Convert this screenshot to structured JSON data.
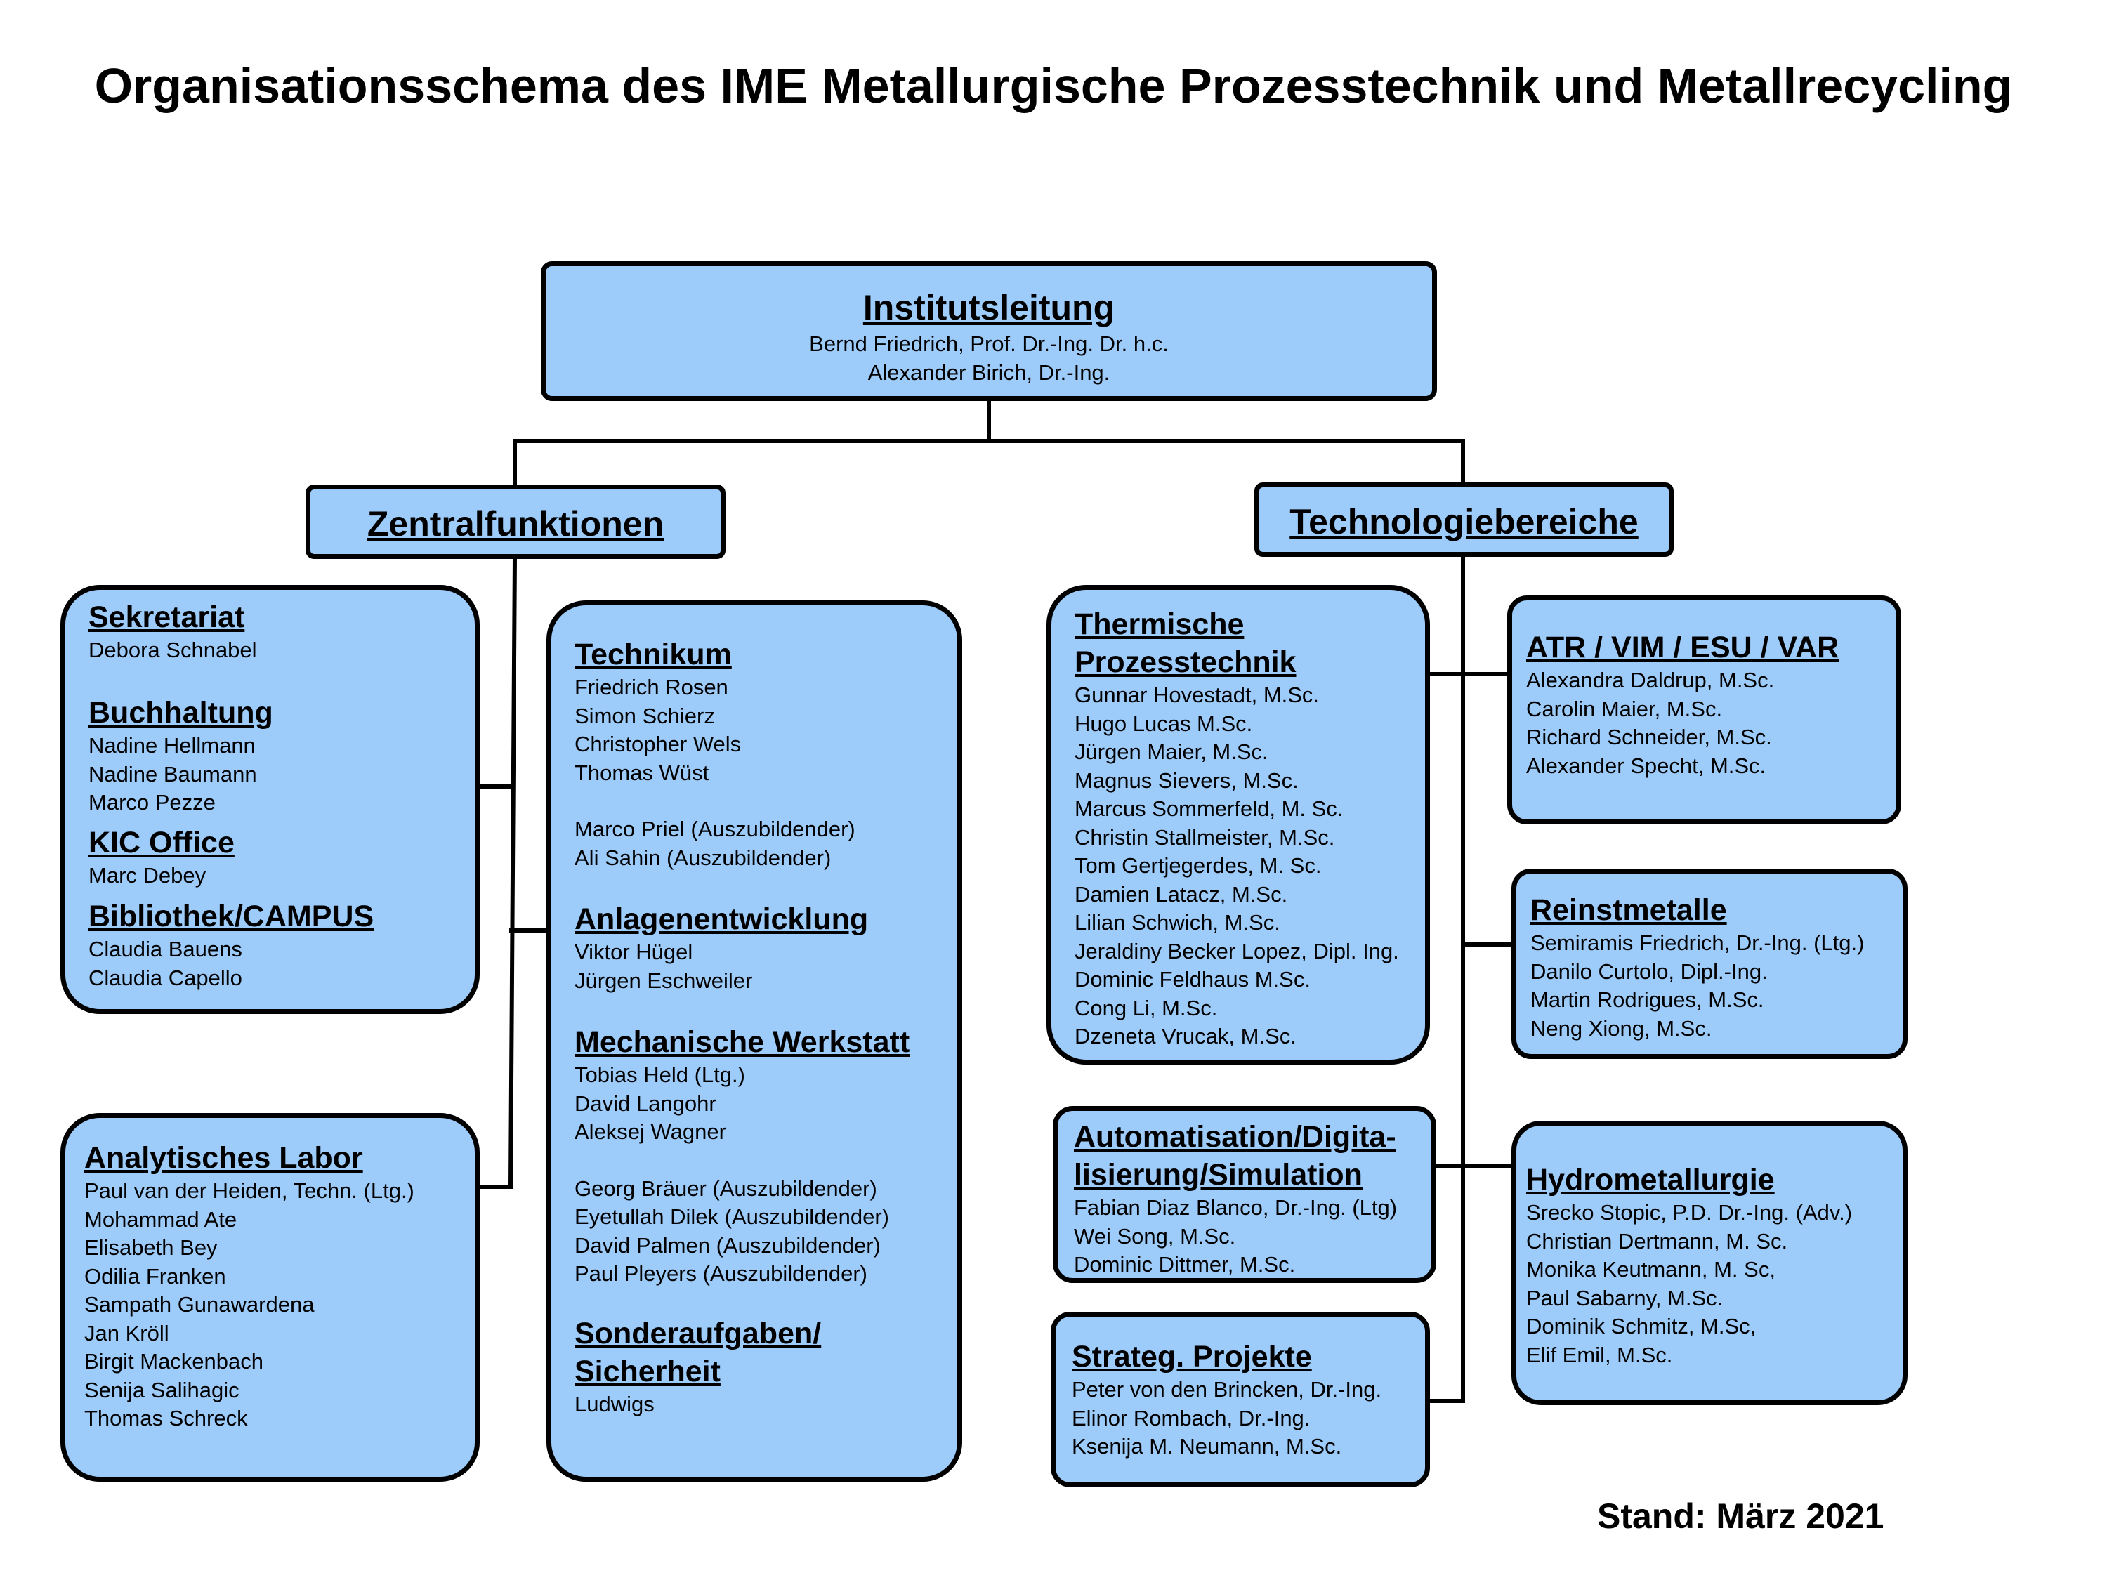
{
  "title": "Organisationsschema des IME Metallurgische Prozesstechnik und Metallrecycling",
  "stand": "Stand: März 2021",
  "leitung": {
    "heading": "Institutsleitung",
    "members": [
      "Bernd Friedrich, Prof. Dr.-Ing. Dr. h.c.",
      "Alexander Birich, Dr.-Ing."
    ]
  },
  "zentral": {
    "heading": "Zentralfunktionen"
  },
  "technologie": {
    "heading": "Technologiebereiche"
  },
  "verwaltung": {
    "sekretariat": {
      "heading": "Sekretariat",
      "members": [
        "Debora Schnabel"
      ]
    },
    "buchhaltung": {
      "heading": "Buchhaltung",
      "members": [
        "Nadine Hellmann",
        "Nadine Baumann",
        "Marco Pezze"
      ]
    },
    "kic": {
      "heading": "KIC Office",
      "members": [
        "Marc Debey"
      ]
    },
    "bibliothek": {
      "heading": "Bibliothek/CAMPUS",
      "members": [
        "Claudia Bauens",
        "Claudia Capello"
      ]
    }
  },
  "analytik": {
    "heading": "Analytisches Labor",
    "members": [
      "Paul van der Heiden, Techn. (Ltg.)",
      "Mohammad Ate",
      "Elisabeth Bey",
      "Odilia Franken",
      "Sampath Gunawardena",
      "Jan Kröll",
      "Birgit Mackenbach",
      "Senija Salihagic",
      "Thomas Schreck"
    ]
  },
  "technik": {
    "technikum": {
      "heading": "Technikum",
      "members": [
        "Friedrich Rosen",
        "Simon Schierz",
        "Christopher Wels",
        "Thomas Wüst"
      ],
      "trainees": [
        "Marco Priel (Auszubildender)",
        "Ali Sahin (Auszubildender)"
      ]
    },
    "anlagen": {
      "heading": "Anlagenentwicklung",
      "members": [
        "Viktor Hügel",
        "Jürgen Eschweiler"
      ]
    },
    "werkstatt": {
      "heading": "Mechanische Werkstatt",
      "members": [
        "Tobias Held (Ltg.)",
        "David Langohr",
        "Aleksej Wagner"
      ],
      "trainees": [
        "Georg Bräuer (Auszubildender)",
        "Eyetullah Dilek (Auszubildender)",
        "David Palmen (Auszubildender)",
        "Paul Pleyers (Auszubildender)"
      ]
    },
    "sonder": {
      "heading_line1": "Sonderaufgaben/",
      "heading_line2": "Sicherheit",
      "members": [
        "Ludwigs"
      ]
    }
  },
  "thermisch": {
    "heading_line1": "Thermische ",
    "heading_line2": "Prozesstechnik",
    "members": [
      "Gunnar Hovestadt, M.Sc.",
      "Hugo Lucas M.Sc.",
      "Jürgen Maier, M.Sc.",
      "Magnus Sievers, M.Sc.",
      "Marcus Sommerfeld, M. Sc.",
      "Christin Stallmeister, M.Sc.",
      "Tom Gertjegerdes, M. Sc.",
      "Damien Latacz, M.Sc.",
      "Lilian Schwich, M.Sc.",
      "Jeraldiny Becker Lopez, Dipl. Ing.",
      "Dominic Feldhaus M.Sc.",
      "Cong Li, M.Sc.",
      "Dzeneta Vrucak, M.Sc."
    ]
  },
  "automation": {
    "heading_line1": "Automatisation/Digita-",
    "heading_line2": "lisierung/Simulation",
    "members": [
      "Fabian Diaz Blanco, Dr.-Ing. (Ltg)",
      "Wei Song, M.Sc.",
      "Dominic Dittmer, M.Sc."
    ]
  },
  "strateg": {
    "heading": "Strateg. Projekte",
    "members": [
      "Peter von den Brincken, Dr.-Ing.",
      "Elinor Rombach, Dr.-Ing.",
      "Ksenija M. Neumann, M.Sc."
    ]
  },
  "atr": {
    "heading": "ATR / VIM / ESU / VAR",
    "members": [
      "Alexandra Daldrup, M.Sc.",
      "Carolin Maier, M.Sc.",
      "Richard Schneider, M.Sc.",
      "Alexander Specht, M.Sc."
    ]
  },
  "rein": {
    "heading": "Reinstmetalle",
    "members": [
      "Semiramis Friedrich, Dr.-Ing. (Ltg.)",
      "Danilo Curtolo, Dipl.-Ing.",
      "Martin Rodrigues, M.Sc.",
      "Neng Xiong, M.Sc."
    ]
  },
  "hydro": {
    "heading": "Hydrometallurgie",
    "members": [
      "Srecko Stopic, P.D. Dr.-Ing. (Adv.)",
      "Christian Dertmann, M. Sc.",
      "Monika Keutmann, M. Sc,",
      "Paul Sabarny, M.Sc.",
      "Dominik Schmitz, M.Sc,",
      "Elif Emil, M.Sc."
    ]
  }
}
